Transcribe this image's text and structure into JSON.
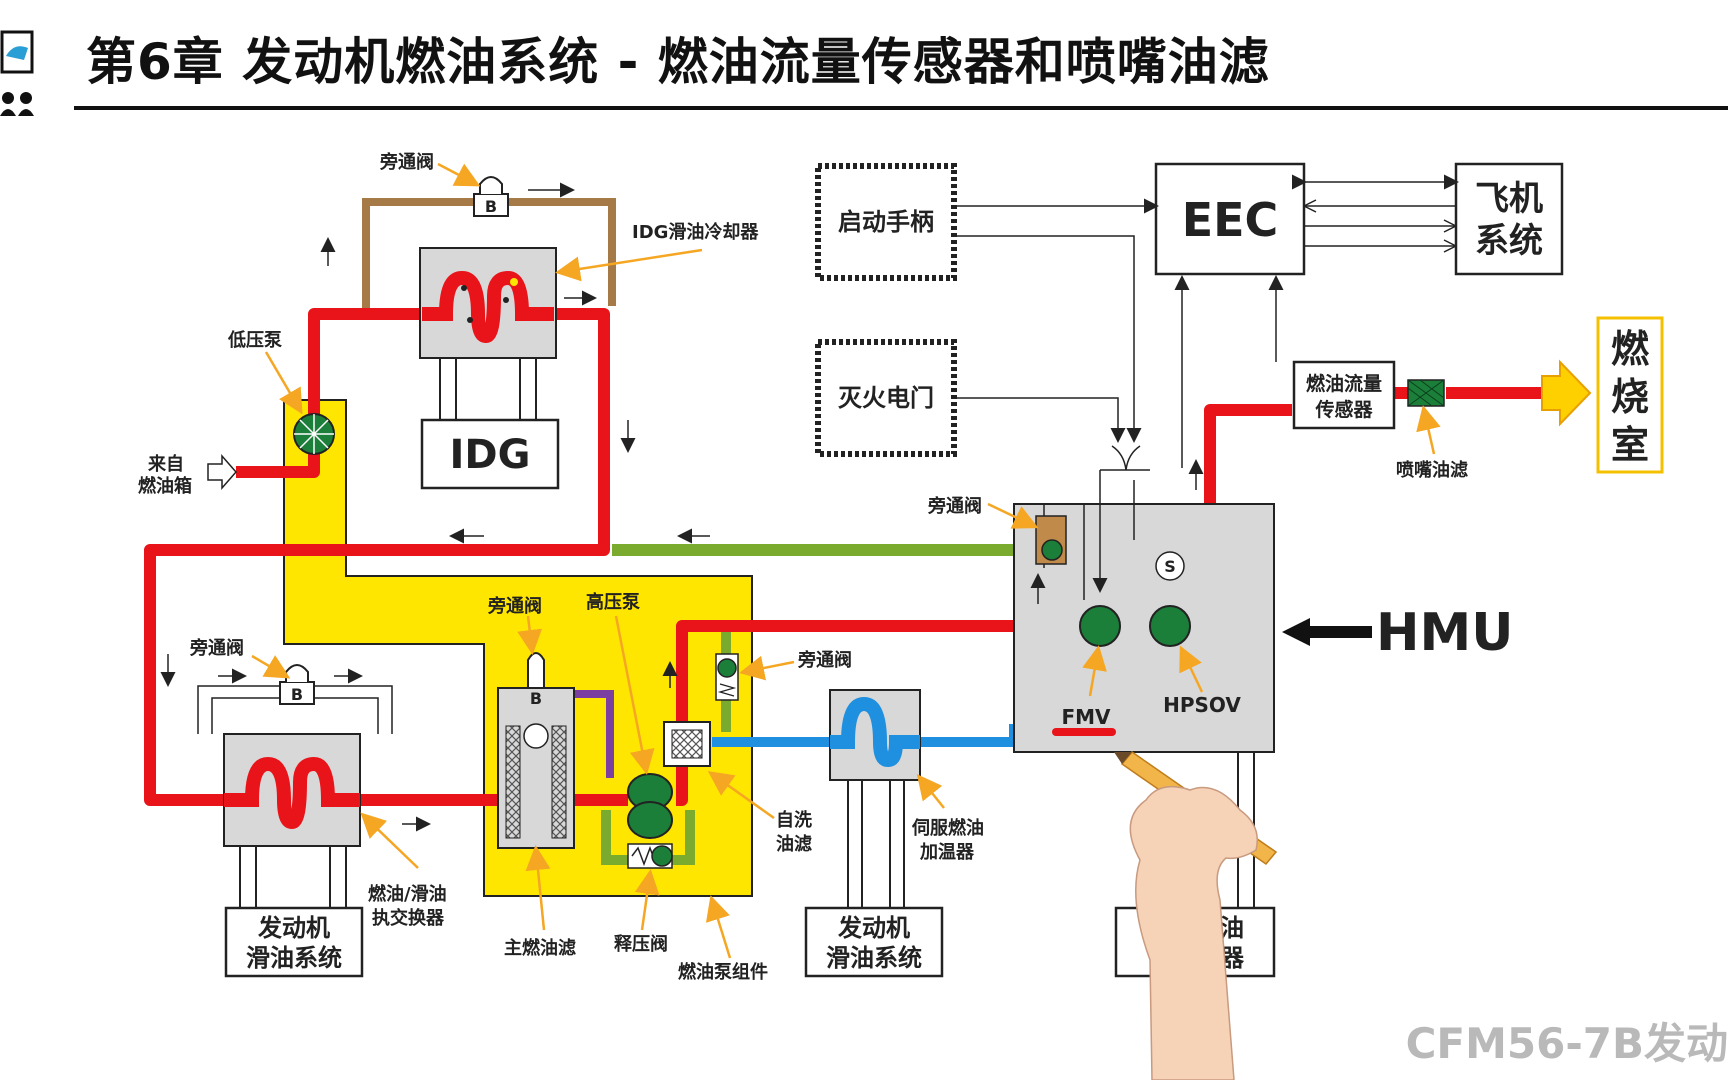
{
  "header": {
    "title": "第6章 发动机燃油系统 - 燃油流量传感器和喷嘴油滤"
  },
  "labels": {
    "bypass_valve": "旁通阀",
    "idg_oil_cooler": "IDG滑油冷却器",
    "low_pressure_pump": "低压泵",
    "from_fuel_tank_1": "来自",
    "from_fuel_tank_2": "燃油箱",
    "idg": "IDG",
    "start_lever": "启动手柄",
    "fire_switch": "灭火电门",
    "eec": "EEC",
    "aircraft_systems_1": "飞机",
    "aircraft_systems_2": "系统",
    "fuel_flow_sensor_1": "燃油流量",
    "fuel_flow_sensor_2": "传感器",
    "nozzle_filter": "喷嘴油滤",
    "combustion_1": "燃",
    "combustion_2": "烧",
    "combustion_3": "室",
    "hmu": "HMU",
    "fmv": "FMV",
    "hpsov": "HPSOV",
    "high_pressure_pump": "高压泵",
    "self_clean_filter_1": "自洗",
    "self_clean_filter_2": "油滤",
    "servo_heater_1": "伺服燃油",
    "servo_heater_2": "加温器",
    "fuel_oil_hx_1": "燃油/滑油",
    "fuel_oil_hx_2": "执交换器",
    "main_fuel_filter": "主燃油滤",
    "relief_valve": "释压阀",
    "fuel_pump_assembly": "燃油泵组件",
    "engine_oil_1": "发动机",
    "engine_oil_2": "滑油系统",
    "b_letter": "B",
    "s_letter": "S",
    "partial_box_1": "油",
    "partial_box_2": "器"
  },
  "footer": {
    "watermark": "CFM56-7B发动"
  },
  "colors": {
    "fuel_red": "#e8141a",
    "yellow": "#ffe600",
    "green": "#7bab2e",
    "blue": "#1f8fe0",
    "brown": "#a57a47",
    "purple": "#7a3fa0",
    "gray_box": "#d8d8d8",
    "orange_arrow": "#f5a623"
  }
}
